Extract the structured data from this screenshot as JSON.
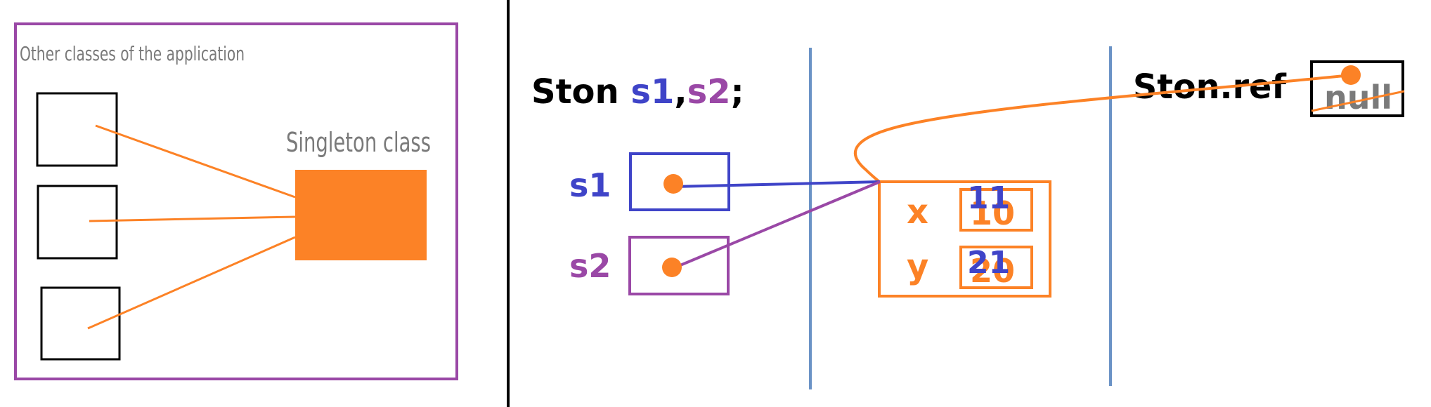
{
  "left_panel": {
    "caption": "Other classes of the application",
    "singleton_label": "Singleton class"
  },
  "right_panel": {
    "declaration": {
      "prefix": "Ston ",
      "var1": "s1",
      "comma": ",",
      "var2": "s2",
      "semicolon": ";"
    },
    "ref_label": "Ston.ref",
    "ref_null": "null",
    "s1_label": "s1",
    "s2_label": "s2",
    "object": {
      "x_label": "x",
      "x_old": "10",
      "x_new": "11",
      "y_label": "y",
      "y_old": "20",
      "y_new": "21"
    }
  },
  "colors": {
    "orange": "#fc8226",
    "blue": "#3f44c8",
    "purple": "#9a48a6",
    "separator": "#6b93c6",
    "gray": "#7a7a7a",
    "black": "#000000"
  }
}
